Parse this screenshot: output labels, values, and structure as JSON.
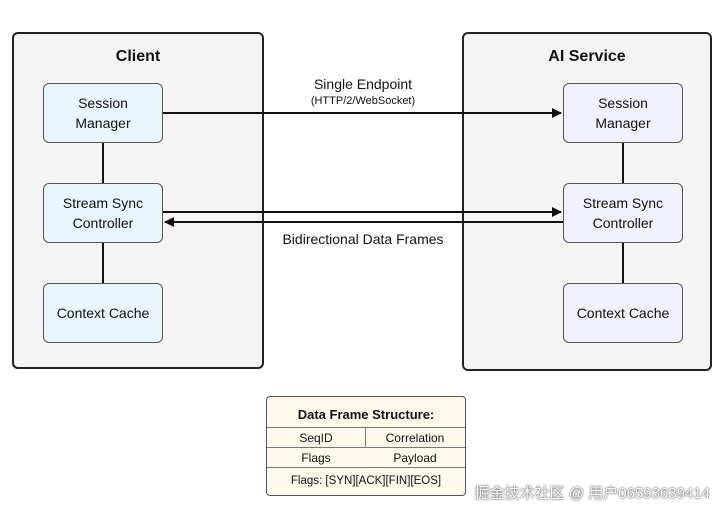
{
  "client": {
    "title": "Client",
    "session_manager": "Session Manager",
    "stream_sync": "Stream Sync Controller",
    "context_cache": "Context Cache"
  },
  "service": {
    "title": "AI Service",
    "session_manager": "Session Manager",
    "stream_sync": "Stream Sync Controller",
    "context_cache": "Context Cache"
  },
  "edges": {
    "endpoint_label": "Single Endpoint",
    "endpoint_sublabel": "(HTTP/2/WebSocket)",
    "frames_label": "Bidirectional Data Frames"
  },
  "frame_structure": {
    "title": "Data Frame Structure:",
    "cells": [
      "SeqID",
      "Correlation",
      "Flags",
      "Payload"
    ],
    "flags": "Flags: [SYN][ACK][FIN][EOS]"
  },
  "watermark": "掘金技术社区 @ 用户06593639414",
  "colors": {
    "client_node_fill": "#e8f6fb",
    "service_node_fill": "#f1f0fd",
    "panel_fill": "#f4f4f4",
    "frame_fill": "#fdfaec",
    "stroke": "#222222"
  }
}
